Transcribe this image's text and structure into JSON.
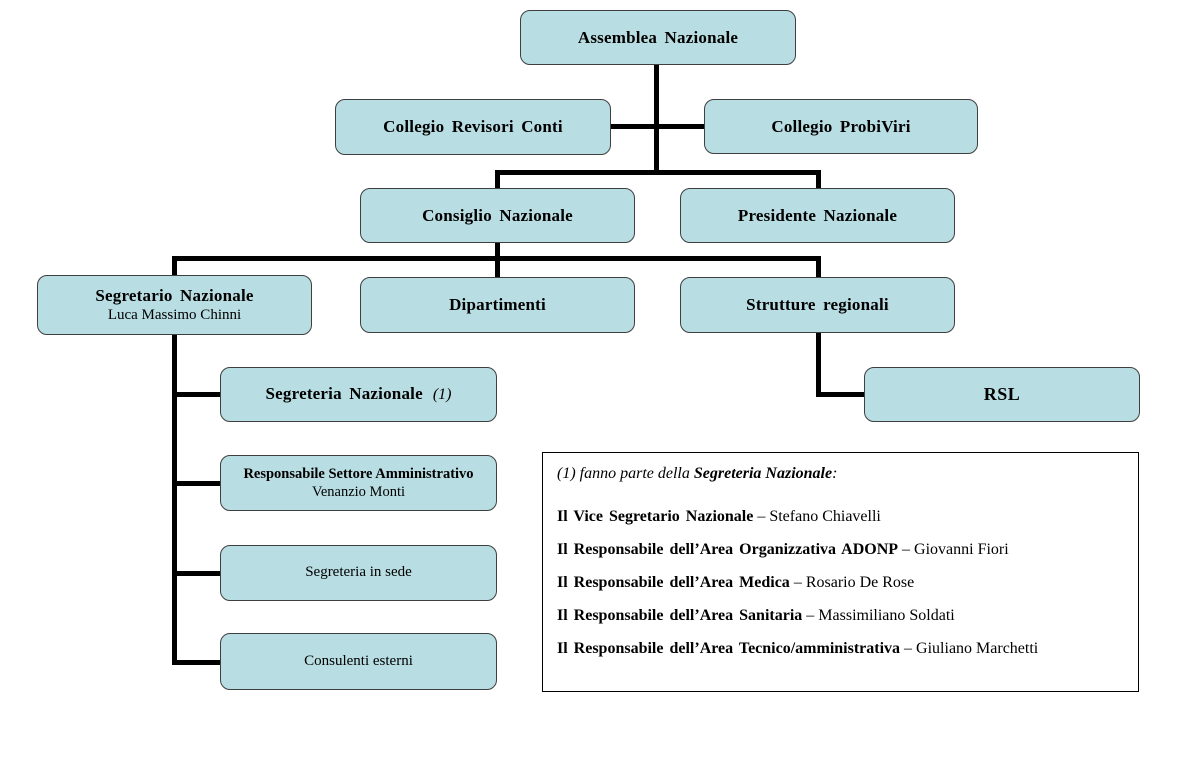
{
  "colors": {
    "box_fill": "#b8dde2",
    "box_border": "#3f3f3f",
    "connector": "#000000"
  },
  "nodes": {
    "assemblea": {
      "label": "Assemblea Nazionale"
    },
    "collegio_revisori": {
      "label": "Collegio Revisori Conti"
    },
    "collegio_probiviri": {
      "label": "Collegio ProbiViri"
    },
    "consiglio": {
      "label": "Consiglio Nazionale"
    },
    "presidente": {
      "label": "Presidente Nazionale"
    },
    "segretario": {
      "label": "Segretario Nazionale",
      "person": "Luca Massimo Chinni"
    },
    "dipartimenti": {
      "label": "Dipartimenti"
    },
    "strutture": {
      "label": "Strutture regionali"
    },
    "segreteria_nazionale": {
      "label": "Segreteria Nazionale",
      "ref": "(1)"
    },
    "rsl": {
      "label": "RSL"
    },
    "resp_amministrativo": {
      "label": "Responsabile Settore Amministrativo",
      "person": "Venanzio Monti"
    },
    "segreteria_sede": {
      "label": "Segreteria in sede"
    },
    "consulenti": {
      "label": "Consulenti esterni"
    }
  },
  "note": {
    "intro_prefix": "(1)  fanno parte della ",
    "intro_bold": "Segreteria Nazionale",
    "intro_suffix": ":",
    "separator": "–",
    "members": [
      {
        "role": "Il Vice Segretario Nazionale",
        "name": "Stefano Chiavelli"
      },
      {
        "role": "Il Responsabile dell’Area Organizzativa ADONP",
        "name": "Giovanni Fiori"
      },
      {
        "role": "Il Responsabile dell’Area Medica",
        "name": "Rosario De Rose"
      },
      {
        "role": "Il Responsabile dell’Area Sanitaria",
        "name": "Massimiliano Soldati"
      },
      {
        "role": "Il Responsabile dell’Area Tecnico/amministrativa",
        "name": "Giuliano Marchetti"
      }
    ]
  }
}
